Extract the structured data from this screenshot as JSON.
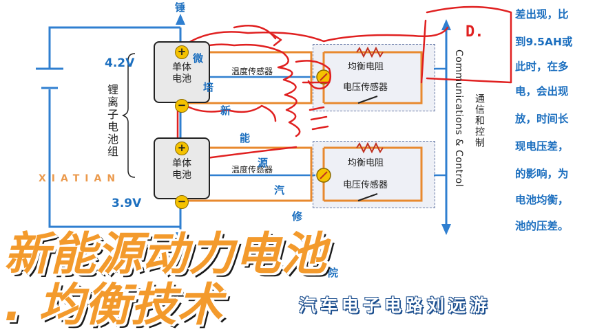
{
  "diagram": {
    "top_label": "锤",
    "cell_top": {
      "label": "单体\n电池",
      "voltage": "4.2V",
      "plus": "+",
      "minus": "−"
    },
    "cell_bottom": {
      "label": "单体\n电池",
      "voltage": "3.9V",
      "plus": "+",
      "minus": "−"
    },
    "pack_label": "锂离子电池组",
    "temp_sensor_top": "温度传感器",
    "temp_sensor_bottom": "温度传感器",
    "module_top": {
      "resistor": "均衡电阻",
      "sensor": "电压传感器"
    },
    "module_bottom": {
      "resistor": "均衡电阻",
      "sensor": "电压传感器"
    },
    "comm_en": "Communications & Control",
    "comm_cn": "通信和控制",
    "channel_chars": [
      "微",
      "培",
      "新",
      "能",
      "源",
      "汽",
      "修",
      "院"
    ],
    "annotation_d": "D.",
    "watermark": "XIATIAN",
    "colors": {
      "wire_blue": "#2f7fd0",
      "wire_orange": "#e8892e",
      "scribble_red": "#e02020",
      "cell_fill": "#e9e9e9",
      "terminal": "#f5c200"
    }
  },
  "side_text": [
    "差出现，比",
    "到9.5AH或",
    "此时，在多",
    "电，会出现",
    "放，时间长",
    "现电压差，",
    "的影响，为",
    "电池均衡，",
    "池的压差。"
  ],
  "title": {
    "line1": "新能源动力电池",
    "line2": ". 均衡技术",
    "subtitle": "汽车电子电路刘远游"
  }
}
